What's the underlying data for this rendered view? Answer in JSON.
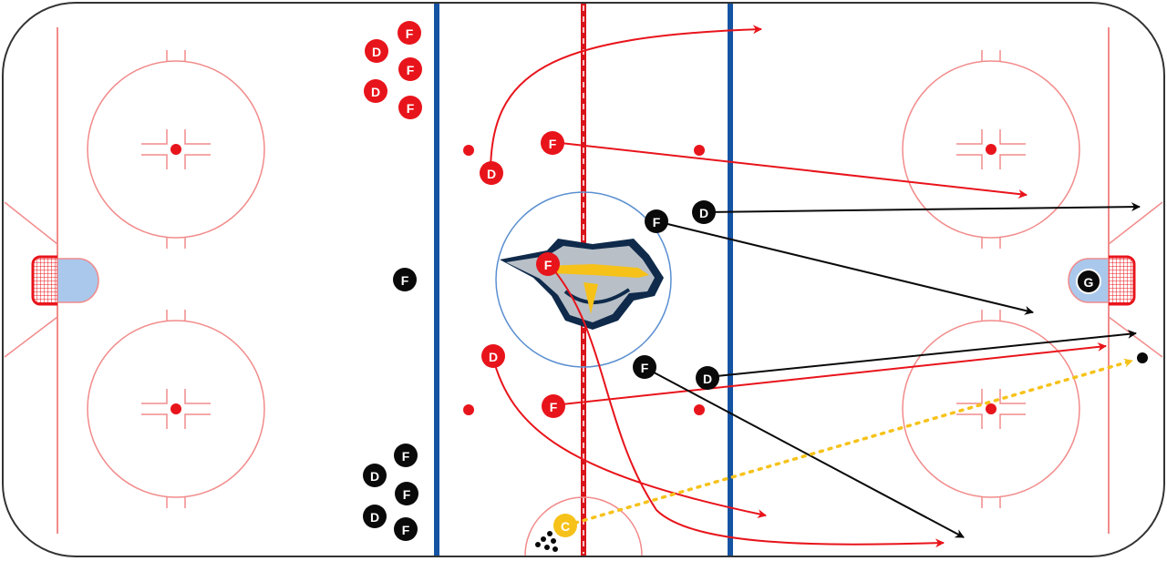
{
  "colors": {
    "red_team": "#e8141b",
    "black_team": "#0a0a0a",
    "coach": "#f6c21a",
    "blue_line": "#1553a3",
    "red_line": "#d9141b",
    "rink_line": "#f28b8b",
    "crease": "#a9c8ec",
    "center_circle": "#5b8fd0"
  },
  "logo": "nashville-predators-logo",
  "players": [
    {
      "label": "F",
      "team": "red"
    },
    {
      "label": "D",
      "team": "red"
    },
    {
      "label": "F",
      "team": "red"
    },
    {
      "label": "D",
      "team": "red"
    },
    {
      "label": "F",
      "team": "red"
    },
    {
      "label": "F",
      "team": "red"
    },
    {
      "label": "D",
      "team": "red"
    },
    {
      "label": "F",
      "team": "red"
    },
    {
      "label": "D",
      "team": "red"
    },
    {
      "label": "F",
      "team": "red"
    },
    {
      "label": "F",
      "team": "black"
    },
    {
      "label": "D",
      "team": "black"
    },
    {
      "label": "F",
      "team": "black"
    },
    {
      "label": "F",
      "team": "black"
    },
    {
      "label": "D",
      "team": "black"
    },
    {
      "label": "F",
      "team": "black"
    },
    {
      "label": "D",
      "team": "black"
    },
    {
      "label": "F",
      "team": "black"
    },
    {
      "label": "D",
      "team": "black"
    },
    {
      "label": "F",
      "team": "black"
    },
    {
      "label": "G",
      "team": "black"
    },
    {
      "label": "C",
      "team": "coach"
    }
  ]
}
